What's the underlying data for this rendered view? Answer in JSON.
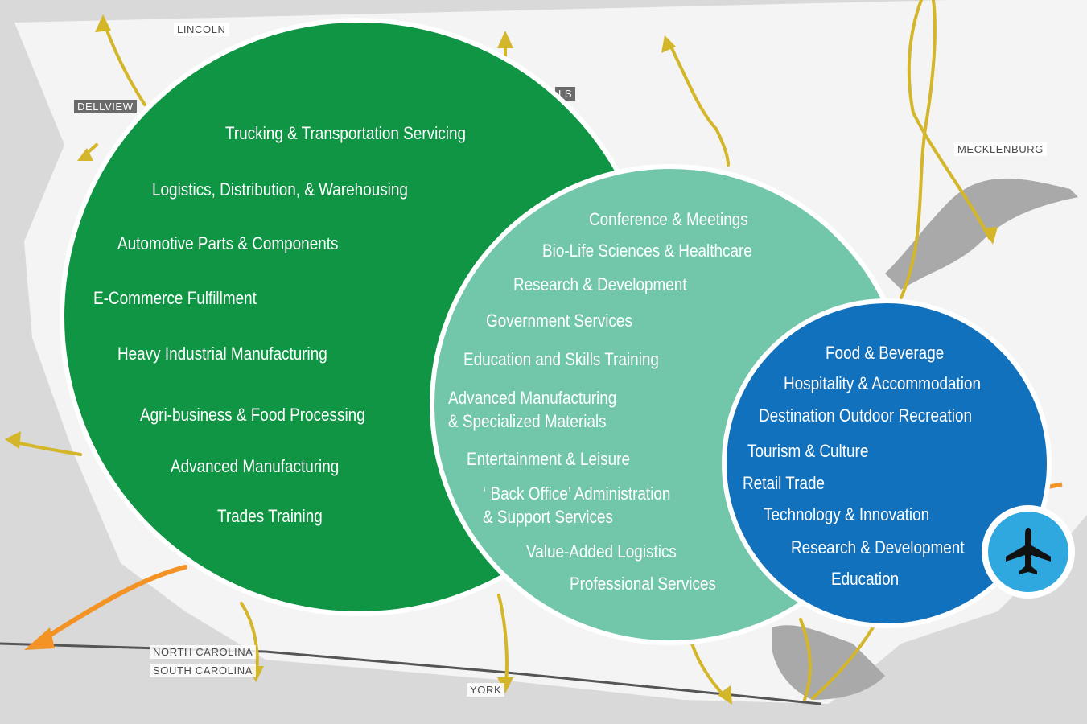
{
  "places": {
    "lincoln": "LINCOLN",
    "dellview": "DELLVIEW",
    "mecklenburg": "MECKLENBURG",
    "north_carolina": "NORTH CAROLINA",
    "south_carolina": "SOUTH CAROLINA",
    "york": "YORK",
    "partial_label": "LS"
  },
  "colors": {
    "green_circle": "#0f9544",
    "teal_circle": "#72c7ab",
    "blue_circle": "#1271bd",
    "highway": "#d4b62a",
    "interstate": "#f39325",
    "airport": "#2fa8e0"
  },
  "green_sectors": [
    "Trucking & Transportation Servicing",
    "Logistics, Distribution, & Warehousing",
    "Automotive Parts & Components",
    "E-Commerce Fulfillment",
    "Heavy Industrial Manufacturing",
    "Agri-business & Food Processing",
    "Advanced Manufacturing",
    "Trades Training"
  ],
  "teal_sectors": [
    "Conference & Meetings",
    "Bio-Life Sciences & Healthcare",
    "Research & Development",
    "Government Services",
    "Education and Skills Training",
    "Advanced Manufacturing",
    "& Specialized Materials",
    "Entertainment & Leisure",
    "‘ Back Office’ Administration",
    "& Support Services",
    "Value-Added Logistics",
    "Professional Services"
  ],
  "blue_sectors": [
    "Food & Beverage",
    "Hospitality & Accommodation",
    "Destination Outdoor Recreation",
    "Tourism & Culture",
    "Retail Trade",
    "Technology & Innovation",
    "Research & Development",
    "Education"
  ],
  "airport_icon": "airplane-icon"
}
